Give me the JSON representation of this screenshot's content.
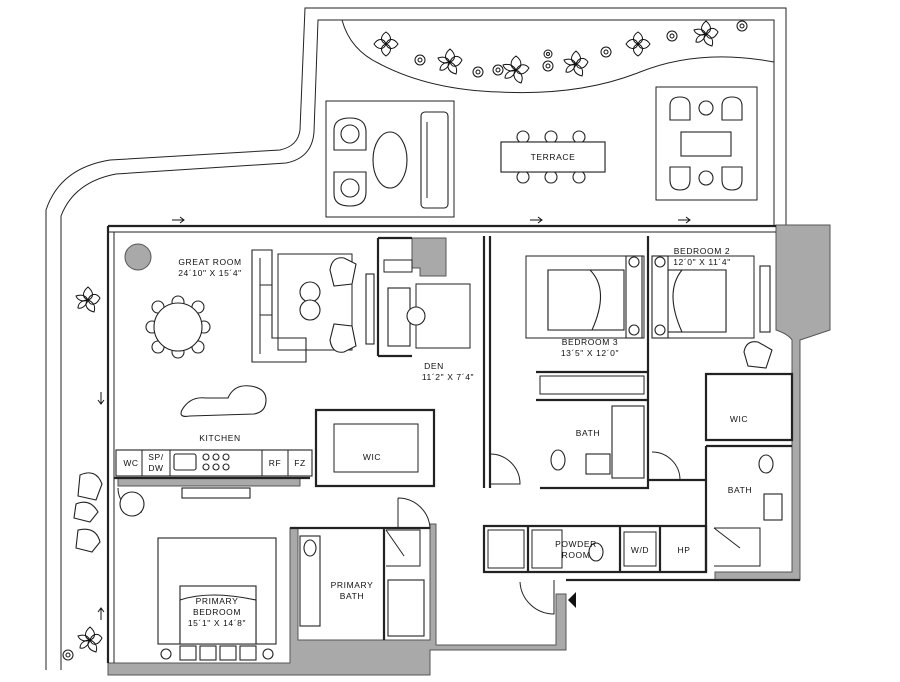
{
  "rooms": {
    "terrace": "TERRACE",
    "great_room": "GREAT ROOM",
    "great_room_dims": "24´10\" X 15´4\"",
    "den": "DEN",
    "den_dims": "11´2\" X 7´4\"",
    "kitchen": "KITCHEN",
    "wc": "WC",
    "sp": "SP/",
    "dw": "DW",
    "rf": "RF",
    "fz": "FZ",
    "wic_primary": "WIC",
    "primary_bedroom_1": "PRIMARY",
    "primary_bedroom_2": "BEDROOM",
    "primary_bedroom_dims": "15´1\" X 14´8\"",
    "primary_bath_1": "PRIMARY",
    "primary_bath_2": "BATH",
    "bedroom2": "BEDROOM 2",
    "bedroom2_dims": "12´0\" X 11´4\"",
    "bedroom3": "BEDROOM 3",
    "bedroom3_dims": "13´5\" X 12´0\"",
    "bath_bed3": "BATH",
    "wic_bed2": "WIC",
    "bath_bed2": "BATH",
    "powder_room_1": "POWDER",
    "powder_room_2": "ROOM",
    "wd": "W/D",
    "hp": "HP"
  },
  "colors": {
    "wall": "#222222",
    "shading": "#a9a9a9",
    "background": "#ffffff"
  }
}
